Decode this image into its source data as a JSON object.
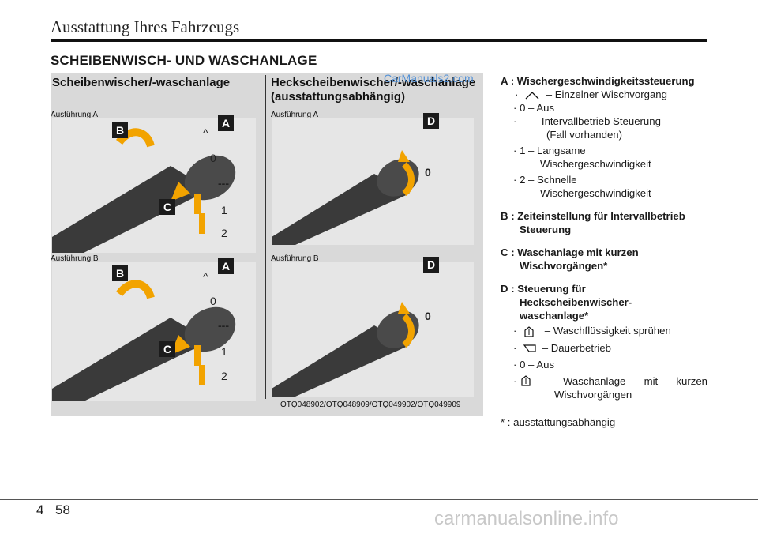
{
  "header": {
    "title": "Ausstattung Ihres Fahrzeugs"
  },
  "section_title": "SCHEIBENWISCH- UND WASCHANLAGE",
  "figure": {
    "left_title": "Scheibenwischer/-waschanlage",
    "right_title": "Heckscheibenwischer/-waschanlage (ausstattungsabhängig)",
    "watermark": "CarManuals2.com",
    "variant_a": "Ausführung A",
    "variant_b": "Ausführung B",
    "code": "OTQ048902/OTQ048909/OTQ049902/OTQ049909",
    "badges": {
      "a": "A",
      "b": "B",
      "c": "C",
      "d": "D"
    },
    "positions": {
      "p0": "0",
      "p_int": "---",
      "p1": "1",
      "p2": "2",
      "p_mist": "^"
    }
  },
  "legend": {
    "a_label": "A : Wischergeschwindigkeitssteuerung",
    "a_items": [
      "– Einzelner Wischvorgang",
      "0 – Aus",
      "--- – Intervallbetrieb Steuerung",
      "(Fall vorhanden)",
      "1 – Langsame",
      "Wischergeschwindigkeit",
      "2 – Schnelle",
      "Wischergeschwindigkeit"
    ],
    "b_label": "B : Zeiteinstellung für Intervallbetrieb",
    "b_label2": "Steuerung",
    "c_label": "C : Waschanlage mit kurzen",
    "c_label2": "Wischvorgängen*",
    "d_label": "D : Steuerung für",
    "d_label2": "Heckscheibenwischer-",
    "d_label3": "waschanlage*",
    "d_items": [
      "– Waschflüssigkeit sprühen",
      "– Dauerbetrieb",
      "0 – Aus",
      "– Waschanlage mit kurzen",
      "Wischvorgängen"
    ],
    "footnote": "* : ausstattungsabhängig"
  },
  "footer": {
    "chapter": "4",
    "page": "58",
    "watermark": "carmanualsonline.info"
  },
  "colors": {
    "figure_bg": "#d9d9d9",
    "arrow": "#f2a300",
    "badge": "#1b1b1b",
    "watermark": "#3e86d6"
  }
}
